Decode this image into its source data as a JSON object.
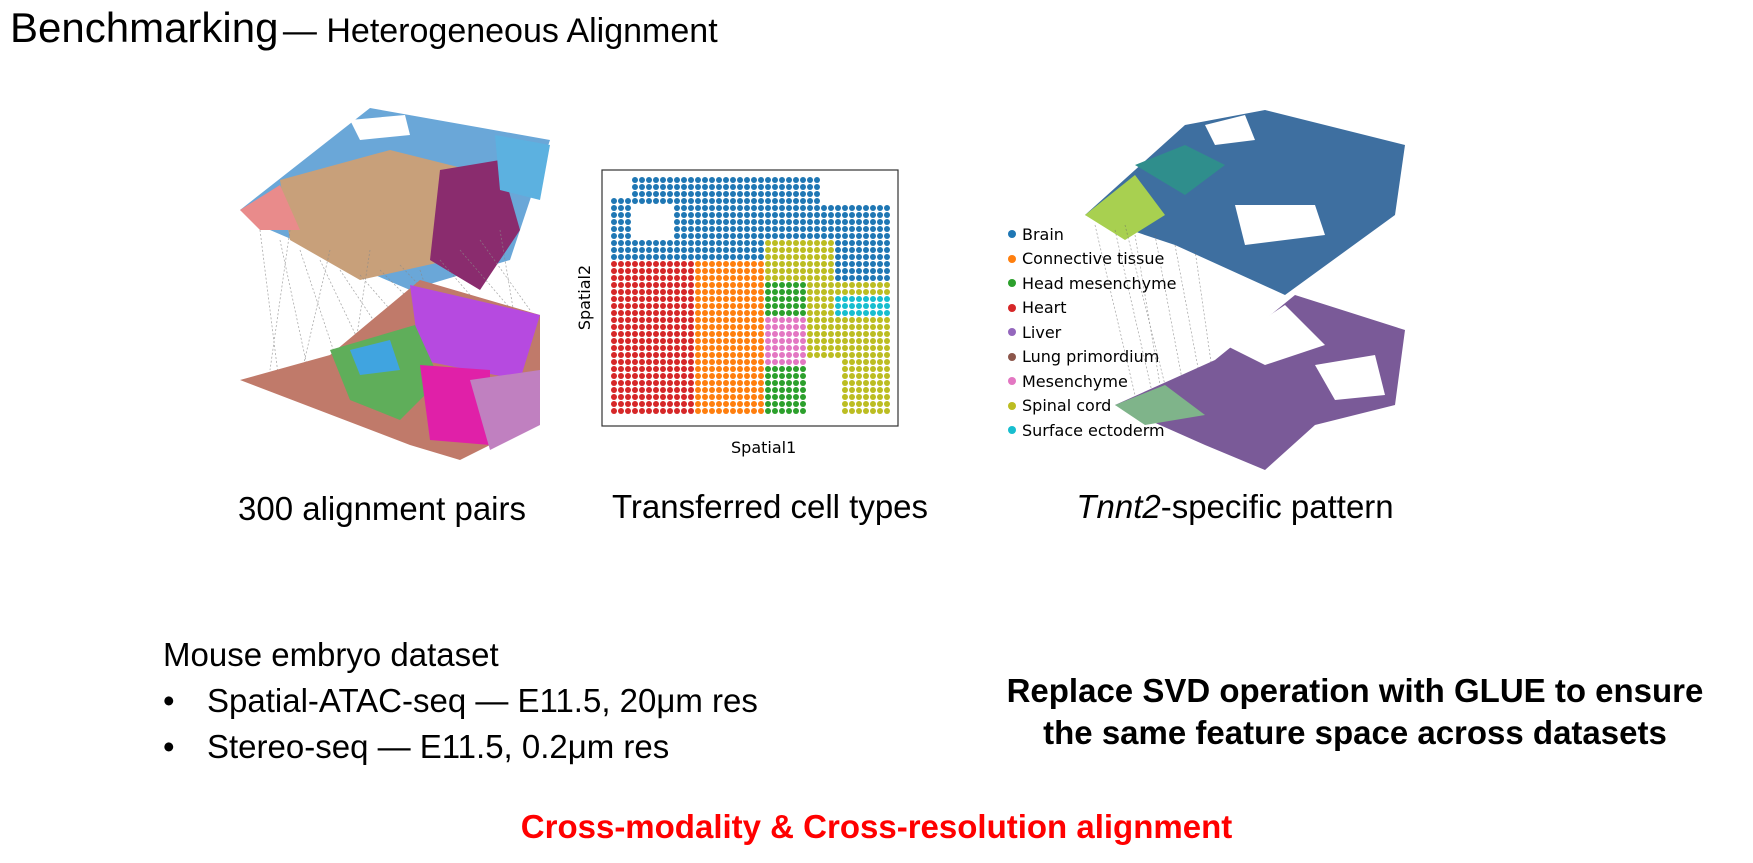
{
  "title": {
    "main": "Benchmarking",
    "sub": "— Heterogeneous Alignment"
  },
  "figures": {
    "left_caption": "300 alignment pairs",
    "middle_caption": "Transferred cell types",
    "right_caption_italic": "Tnnt2",
    "right_caption_rest": "-specific pattern"
  },
  "scatter": {
    "xlabel": "Spatial1",
    "ylabel": "Spatial2",
    "legend": [
      {
        "label": "Brain",
        "color": "#1f77b4"
      },
      {
        "label": "Connective tissue",
        "color": "#ff7f0e"
      },
      {
        "label": "Head mesenchyme",
        "color": "#2ca02c"
      },
      {
        "label": "Heart",
        "color": "#d62728"
      },
      {
        "label": "Liver",
        "color": "#9467bd"
      },
      {
        "label": "Lung primordium",
        "color": "#8c564b"
      },
      {
        "label": "Mesenchyme",
        "color": "#e377c2"
      },
      {
        "label": "Spinal cord",
        "color": "#bcbd22"
      },
      {
        "label": "Surface ectoderm",
        "color": "#17becf"
      }
    ]
  },
  "dataset": {
    "heading": "Mouse embryo dataset",
    "bullet_char": "•",
    "items": [
      "Spatial-ATAC-seq — E11.5, 20μm res",
      "Stereo-seq — E11.5, 0.2μm res"
    ]
  },
  "note": {
    "line1": "Replace SVD operation with GLUE to ensure",
    "line2": "the same feature space across datasets"
  },
  "conclusion": {
    "text": "Cross-modality & Cross-resolution alignment",
    "color": "#ff0000"
  }
}
